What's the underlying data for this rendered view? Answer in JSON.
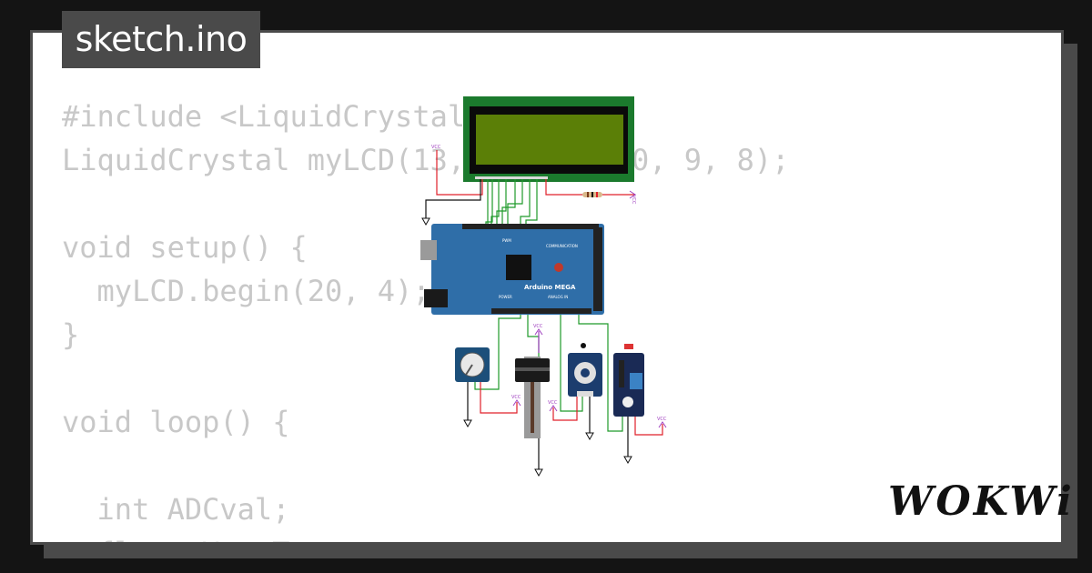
{
  "tab": {
    "label": "sketch.ino"
  },
  "code": {
    "lines": [
      "#include <LiquidCrystal",
      "LiquidCrystal myLCD(13, ",
      "",
      "void setup() {",
      "  myLCD.begin(20, 4);",
      "}",
      "",
      "void loop() {",
      "",
      "  int ADCval;",
      "  float VoutTemp"
    ],
    "fragment_right": "0, 9, 8);"
  },
  "board": {
    "name": "Arduino MEGA",
    "pwm_label": "PWM",
    "comm_label": "COMMUNICATION",
    "power_label": "POWER",
    "analog_label": "ANALOG IN"
  },
  "labels": {
    "vcc": "VCC"
  },
  "logo": {
    "text": "WOKWi"
  },
  "colors": {
    "background": "#141414",
    "card": "#ffffff",
    "frame": "#4a4a4a",
    "code": "#c8c8c8",
    "board": "#2f6ea8",
    "lcd_bezel": "#1b7a2d",
    "lcd_screen": "#5b7f07",
    "wire_red": "#e0202a",
    "wire_green": "#1f9a2a",
    "wire_purple": "#a040c0"
  }
}
